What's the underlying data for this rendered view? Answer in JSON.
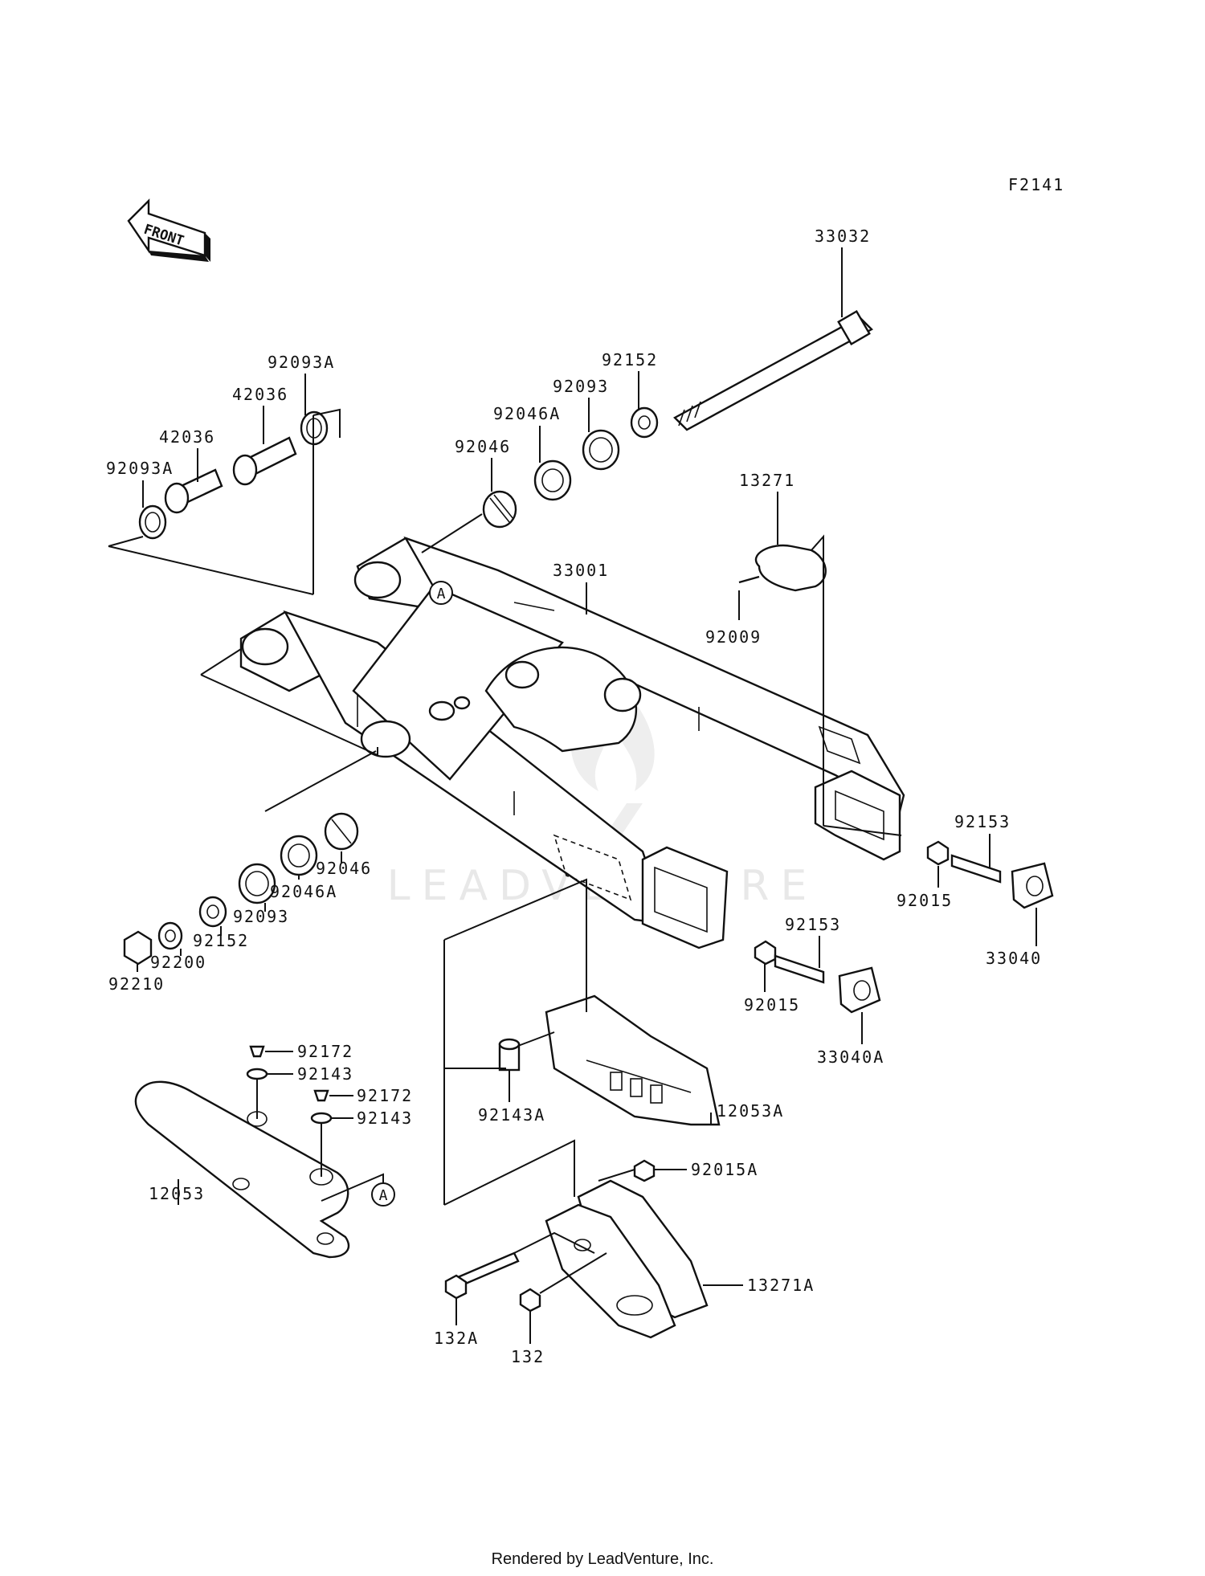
{
  "diagram_code": "F2141",
  "front_indicator": "FRONT",
  "reference_marker": "A",
  "watermark": "LEADVENTURE",
  "footer": "Rendered by LeadVenture, Inc.",
  "parts": [
    {
      "id": "p33032",
      "label": "33032"
    },
    {
      "id": "p92093A_top",
      "label": "92093A"
    },
    {
      "id": "p42036_top",
      "label": "42036"
    },
    {
      "id": "p42036_mid",
      "label": "42036"
    },
    {
      "id": "p92093A_left",
      "label": "92093A"
    },
    {
      "id": "p92152_top",
      "label": "92152"
    },
    {
      "id": "p92093_top",
      "label": "92093"
    },
    {
      "id": "p92046A_top",
      "label": "92046A"
    },
    {
      "id": "p92046_top",
      "label": "92046"
    },
    {
      "id": "p13271",
      "label": "13271"
    },
    {
      "id": "p33001",
      "label": "33001"
    },
    {
      "id": "p92009",
      "label": "92009"
    },
    {
      "id": "p92153_right",
      "label": "92153"
    },
    {
      "id": "p92015_right",
      "label": "92015"
    },
    {
      "id": "p33040",
      "label": "33040"
    },
    {
      "id": "p92046_low",
      "label": "92046"
    },
    {
      "id": "p92046A_low",
      "label": "92046A"
    },
    {
      "id": "p92093_low",
      "label": "92093"
    },
    {
      "id": "p92152_low",
      "label": "92152"
    },
    {
      "id": "p92200",
      "label": "92200"
    },
    {
      "id": "p92210",
      "label": "92210"
    },
    {
      "id": "p92153_mid",
      "label": "92153"
    },
    {
      "id": "p92015_mid",
      "label": "92015"
    },
    {
      "id": "p33040A",
      "label": "33040A"
    },
    {
      "id": "p92172_a",
      "label": "92172"
    },
    {
      "id": "p92143_a",
      "label": "92143"
    },
    {
      "id": "p92172_b",
      "label": "92172"
    },
    {
      "id": "p92143_b",
      "label": "92143"
    },
    {
      "id": "p92143A",
      "label": "92143A"
    },
    {
      "id": "p12053A",
      "label": "12053A"
    },
    {
      "id": "p12053",
      "label": "12053"
    },
    {
      "id": "p92015A",
      "label": "92015A"
    },
    {
      "id": "p13271A",
      "label": "13271A"
    },
    {
      "id": "p132A",
      "label": "132A"
    },
    {
      "id": "p132",
      "label": "132"
    }
  ]
}
